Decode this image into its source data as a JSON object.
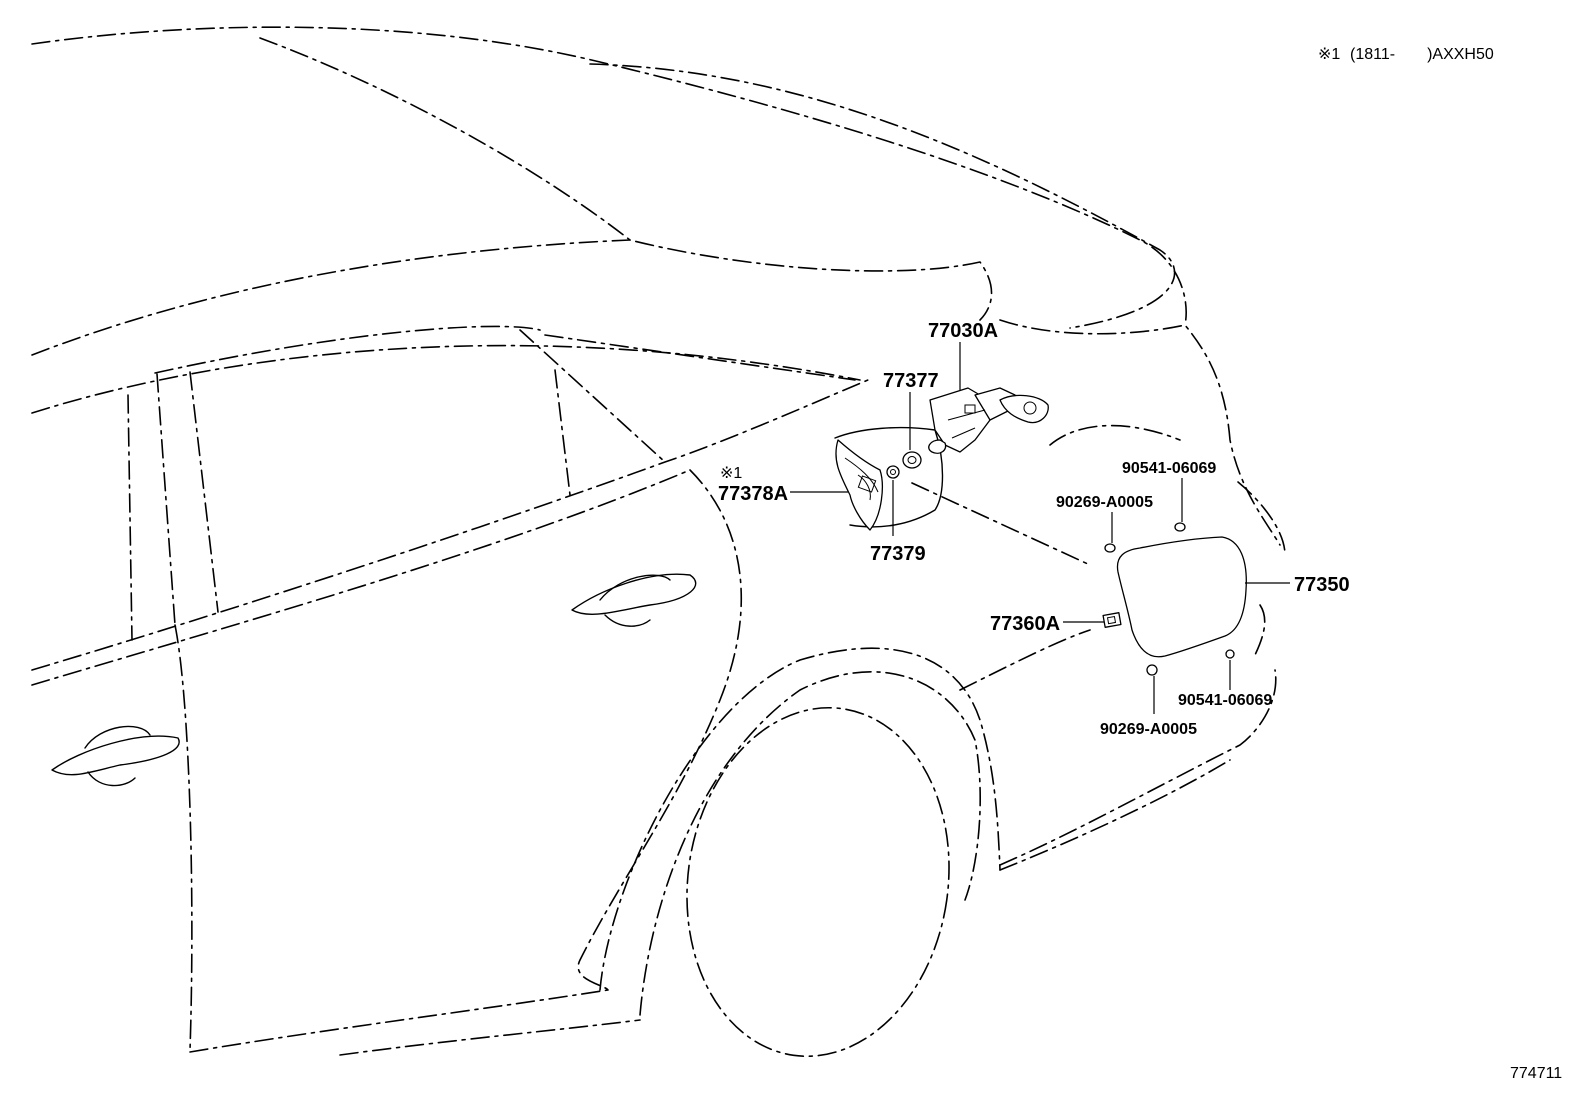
{
  "header_note": {
    "marker": "※1",
    "range": "(1811-　　)AXXH50"
  },
  "diagram_id": "774711",
  "callouts": {
    "c77030a": "77030A",
    "c77377": "77377",
    "c77378a_marker": "※1",
    "c77378a": "77378A",
    "c77379": "77379",
    "c90541_top": "90541-06069",
    "c90269_top": "90269-A0005",
    "c77350": "77350",
    "c77360a": "77360A",
    "c90541_bottom": "90541-06069",
    "c90269_bottom": "90269-A0005"
  }
}
